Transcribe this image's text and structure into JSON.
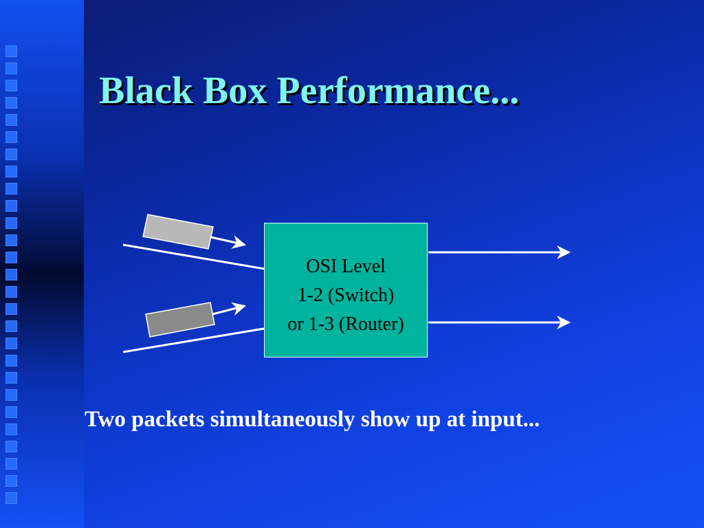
{
  "slide": {
    "title": "Black Box Performance...",
    "box_lines": [
      "OSI Level",
      "1-2 (Switch)",
      "or 1-3 (Router)"
    ],
    "caption": "Two packets simultaneously show up at input..."
  },
  "colors": {
    "title": "#7ff5ee",
    "box_fill": "#00b39c",
    "packet_light": "#b8b8b8",
    "packet_dark": "#8a8a8a",
    "arrows": "#ffffff"
  }
}
